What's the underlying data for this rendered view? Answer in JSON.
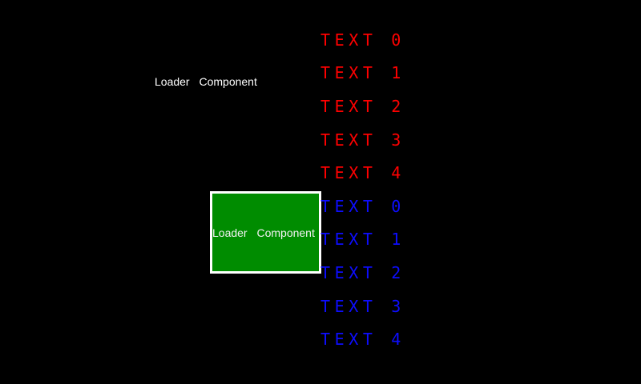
{
  "screen": {
    "background": "#000000"
  },
  "loader_label": {
    "text": "Loader Component",
    "color": "#ffffff"
  },
  "loader_box": {
    "text": "Loader Component",
    "background": "#008c00",
    "border_color": "#ffffff",
    "text_color": "#f2f2f2"
  },
  "text_list": {
    "groups": [
      {
        "name": "red",
        "color": "#ff0000",
        "items": [
          "TEXT 0",
          "TEXT 1",
          "TEXT 2",
          "TEXT 3",
          "TEXT 4"
        ]
      },
      {
        "name": "blue",
        "color": "#0d0dff",
        "items": [
          "TEXT 0",
          "TEXT 1",
          "TEXT 2",
          "TEXT 3",
          "TEXT 4"
        ]
      }
    ]
  }
}
